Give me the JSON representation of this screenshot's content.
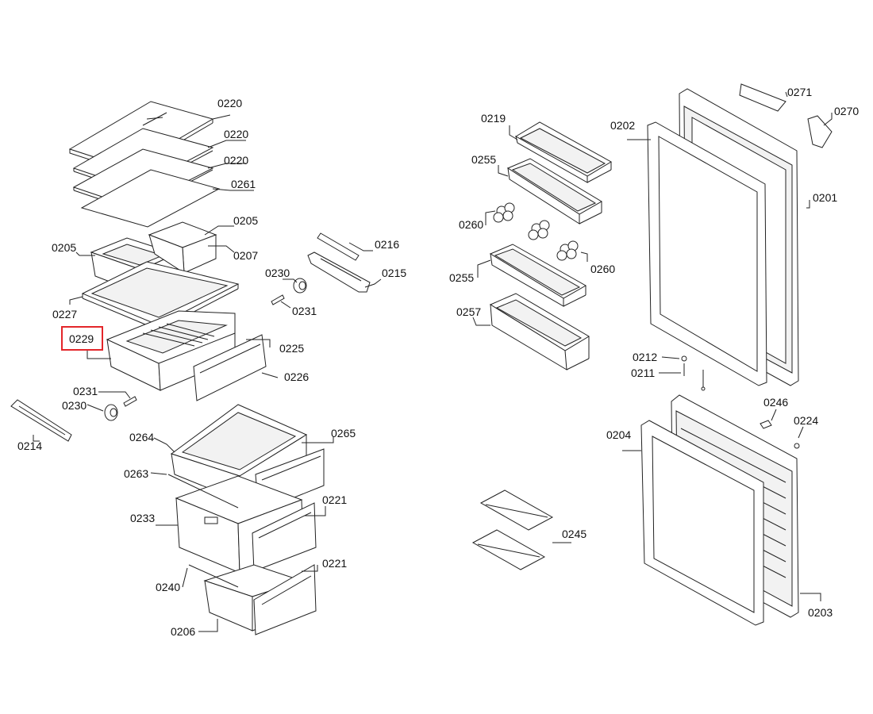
{
  "diagram": {
    "highlight_color": "#e3262a",
    "highlighted_label": "0229",
    "labels": {
      "p0220a": "0220",
      "p0220b": "0220",
      "p0220c": "0220",
      "p0261": "0261",
      "p0205a": "0205",
      "p0205b": "0205",
      "p0207": "0207",
      "p0227": "0227",
      "p0229": "0229",
      "p0225": "0225",
      "p0226": "0226",
      "p0216": "0216",
      "p0215": "0215",
      "p0230a": "0230",
      "p0231a": "0231",
      "p0231b": "0231",
      "p0230b": "0230",
      "p0214": "0214",
      "p0264": "0264",
      "p0265": "0265",
      "p0263": "0263",
      "p0233": "0233",
      "p0221a": "0221",
      "p0221b": "0221",
      "p0240": "0240",
      "p0206": "0206",
      "p0219": "0219",
      "p0255a": "0255",
      "p0260a": "0260",
      "p0260b": "0260",
      "p0255b": "0255",
      "p0257": "0257",
      "p0202": "0202",
      "p0271": "0271",
      "p0270": "0270",
      "p0201": "0201",
      "p0212": "0212",
      "p0211": "0211",
      "p0246": "0246",
      "p0224": "0224",
      "p0204": "0204",
      "p0245": "0245",
      "p0203": "0203"
    }
  }
}
